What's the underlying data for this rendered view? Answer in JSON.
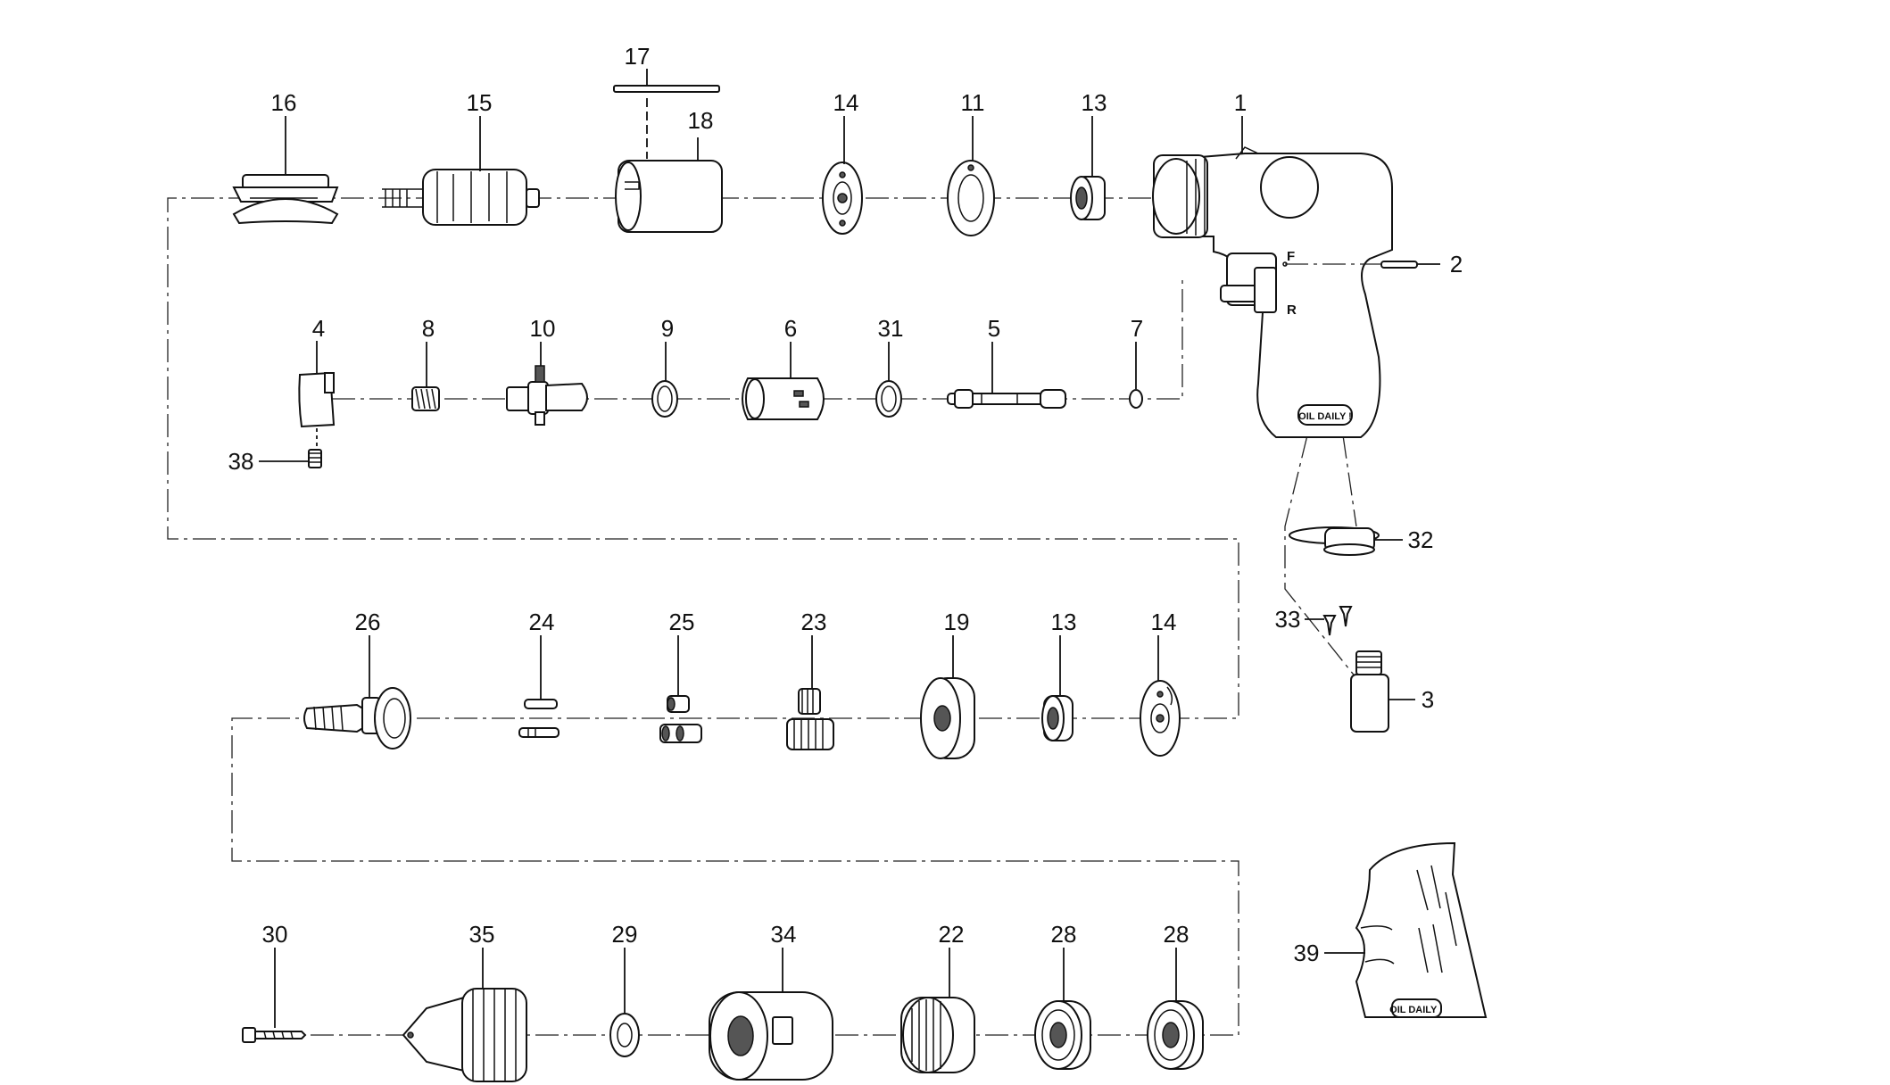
{
  "callouts": {
    "c1": "1",
    "c2": "2",
    "c3": "3",
    "c4": "4",
    "c5": "5",
    "c6": "6",
    "c7": "7",
    "c8": "8",
    "c9": "9",
    "c10": "10",
    "c11": "11",
    "c13a": "13",
    "c13b": "13",
    "c14a": "14",
    "c14b": "14",
    "c15": "15",
    "c16": "16",
    "c17": "17",
    "c18": "18",
    "c19": "19",
    "c22": "22",
    "c23": "23",
    "c24": "24",
    "c25": "25",
    "c26": "26",
    "c28a": "28",
    "c28b": "28",
    "c29": "29",
    "c30": "30",
    "c31": "31",
    "c32": "32",
    "c33": "33",
    "c34": "34",
    "c35": "35",
    "c38": "38",
    "c39": "39"
  },
  "markings": {
    "forward": "F",
    "reverse": "R",
    "handle_badge": "OIL DAILY !",
    "sleeve_badge": "OIL DAILY !"
  }
}
